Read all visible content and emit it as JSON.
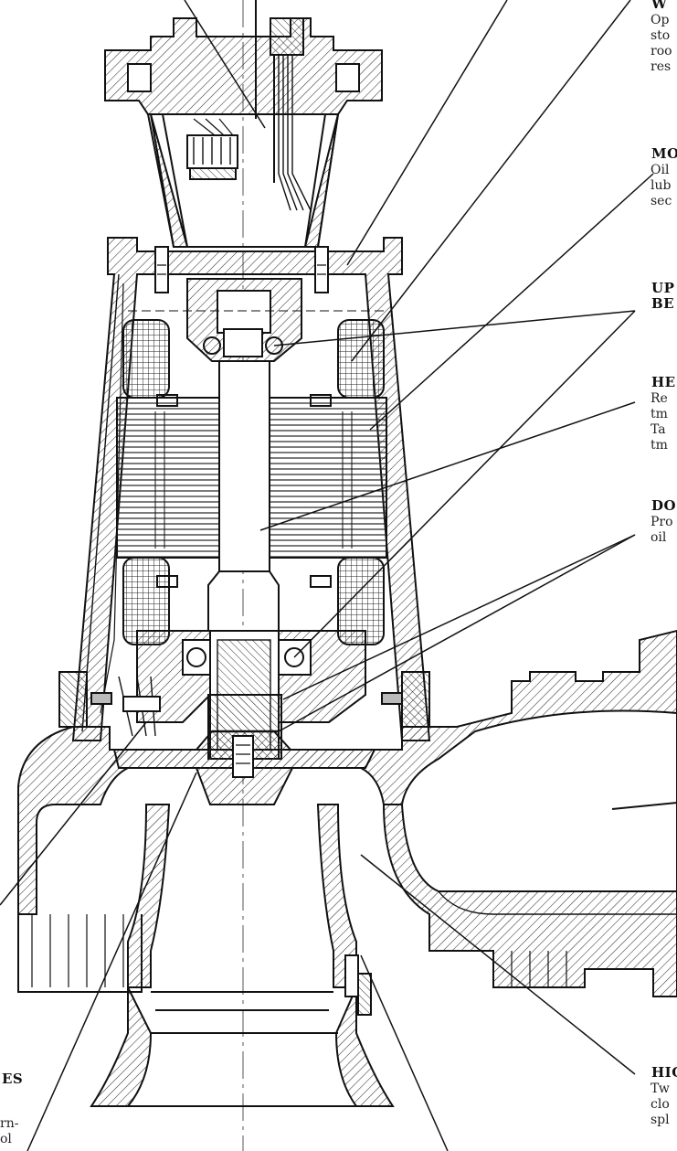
{
  "labels": {
    "top_right": {
      "heading": "W",
      "lines": [
        "Op",
        "sto",
        "roo",
        "res"
      ]
    },
    "motor": {
      "heading": "MO",
      "lines": [
        "Oil",
        "lub",
        "sec"
      ]
    },
    "upper_bearing": {
      "heading_line1": "UP",
      "heading_line2": "BE"
    },
    "heat": {
      "heading": "HE",
      "lines": [
        "Re",
        "tm",
        "Ta",
        "tm"
      ]
    },
    "double_seal": {
      "heading": "DO",
      "lines": [
        "Pro",
        "oil"
      ]
    },
    "high": {
      "heading": "HIG",
      "lines": [
        "Tw",
        "clo",
        "spl"
      ]
    },
    "left_bottom": {
      "heading": "ES",
      "lines": [
        "rn-",
        "ol"
      ]
    }
  },
  "colors": {
    "ink": "#111111",
    "hatch": "#333333",
    "background": "#ffffff"
  }
}
